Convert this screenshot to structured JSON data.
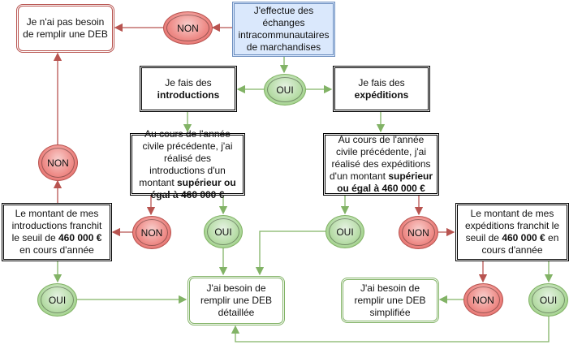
{
  "colors": {
    "no": "#b85450",
    "yes": "#82b366",
    "start_fill": "#dae8fc",
    "start_stroke": "#6c8ebf"
  },
  "start": {
    "text": "J'effectue des échanges intracommunautaires de marchandises"
  },
  "no_deb": {
    "text": "Je n'ai pas besoin de remplir une DEB"
  },
  "intro": {
    "text": "Je fais des ",
    "bold": "introductions"
  },
  "exp": {
    "text": "Je fais des ",
    "bold": "expéditions"
  },
  "intro_question": {
    "text": "Au cours de l'année civile précédente, j'ai réalisé des introductions d'un montant ",
    "bold": "supérieur ou égal à 460 000 €"
  },
  "exp_question": {
    "text": "Au cours de l'année civile précédente, j'ai réalisé des expéditions d'un montant ",
    "bold": "supérieur ou égal à 460 000 €"
  },
  "intro_threshold": {
    "text": "Le montant de mes introductions franchit le seuil de ",
    "bold": "460 000 €",
    "after": " en cours d'année"
  },
  "exp_threshold": {
    "text": "Le montant de mes expéditions franchit le seuil de ",
    "bold": "460 000 €",
    "after": " en cours d'année"
  },
  "deb_detailed": {
    "text": "J'ai besoin de remplir une DEB détaillée"
  },
  "deb_simplified": {
    "text": "J'ai besoin de remplir une DEB simplifiée"
  },
  "labels": {
    "yes": "OUI",
    "no": "NON"
  }
}
